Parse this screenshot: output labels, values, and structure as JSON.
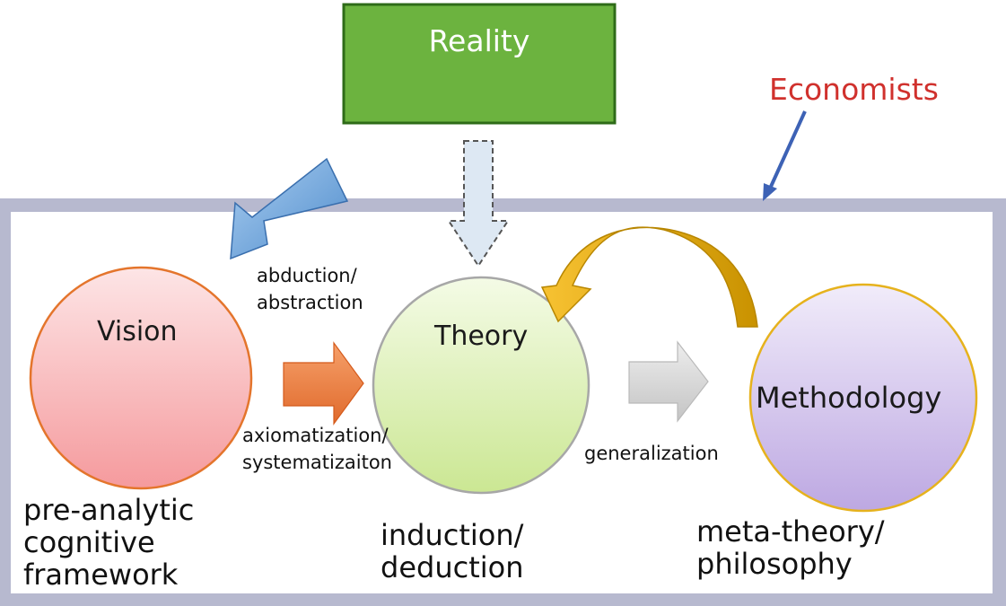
{
  "reality": {
    "label": "Reality",
    "fill": "#6cb33f"
  },
  "economists": {
    "label": "Economists",
    "color": "#d0312d"
  },
  "nodes": {
    "vision": {
      "label": "Vision",
      "caption_lines": [
        "pre-analytic",
        "cognitive",
        "framework"
      ]
    },
    "theory": {
      "label": "Theory",
      "caption_lines": [
        "induction/",
        "deduction"
      ]
    },
    "methodology": {
      "label": "Methodology",
      "caption_lines": [
        "meta-theory/",
        "philosophy"
      ]
    }
  },
  "edges": {
    "abduction": [
      "abduction/",
      "abstraction"
    ],
    "axiomatization": [
      "axiomatization/",
      "systematizaiton"
    ],
    "generalization": [
      "generalization"
    ]
  },
  "colors": {
    "frame": "#a9acc4",
    "vision_fill": "#f7a3a6",
    "theory_fill": "#d3ec9f",
    "methodology_fill": "#c6b3e6",
    "blue_arrow": "#6a9ed6",
    "orange_arrow": "#ea7a3c",
    "gray_arrow": "#cfcfcf",
    "gold_arrow": "#e6ad1a"
  }
}
